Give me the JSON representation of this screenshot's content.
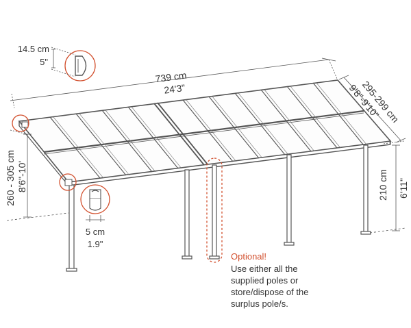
{
  "dimensions": {
    "profile_height_cm": "14.5 cm",
    "profile_height_in": "5\"",
    "length_cm": "739 cm",
    "length_ft": "24'3\"",
    "depth_cm": "295-299 cm",
    "depth_ft": "9'8\"-9'10\"",
    "wall_height_cm": "260 - 305 cm",
    "wall_height_ft": "8'6\"-10'",
    "post_height_cm": "210 cm",
    "post_height_ft": "6'11\"",
    "post_width_cm": "5 cm",
    "post_width_in": "1.9\""
  },
  "note": {
    "title": "Optional!",
    "lines": [
      "Use either all the",
      "supplied poles or",
      "store/dispose of the",
      "surplus pole/s."
    ]
  },
  "colors": {
    "line": "#555555",
    "highlight": "#d2502e",
    "text": "#333333"
  }
}
